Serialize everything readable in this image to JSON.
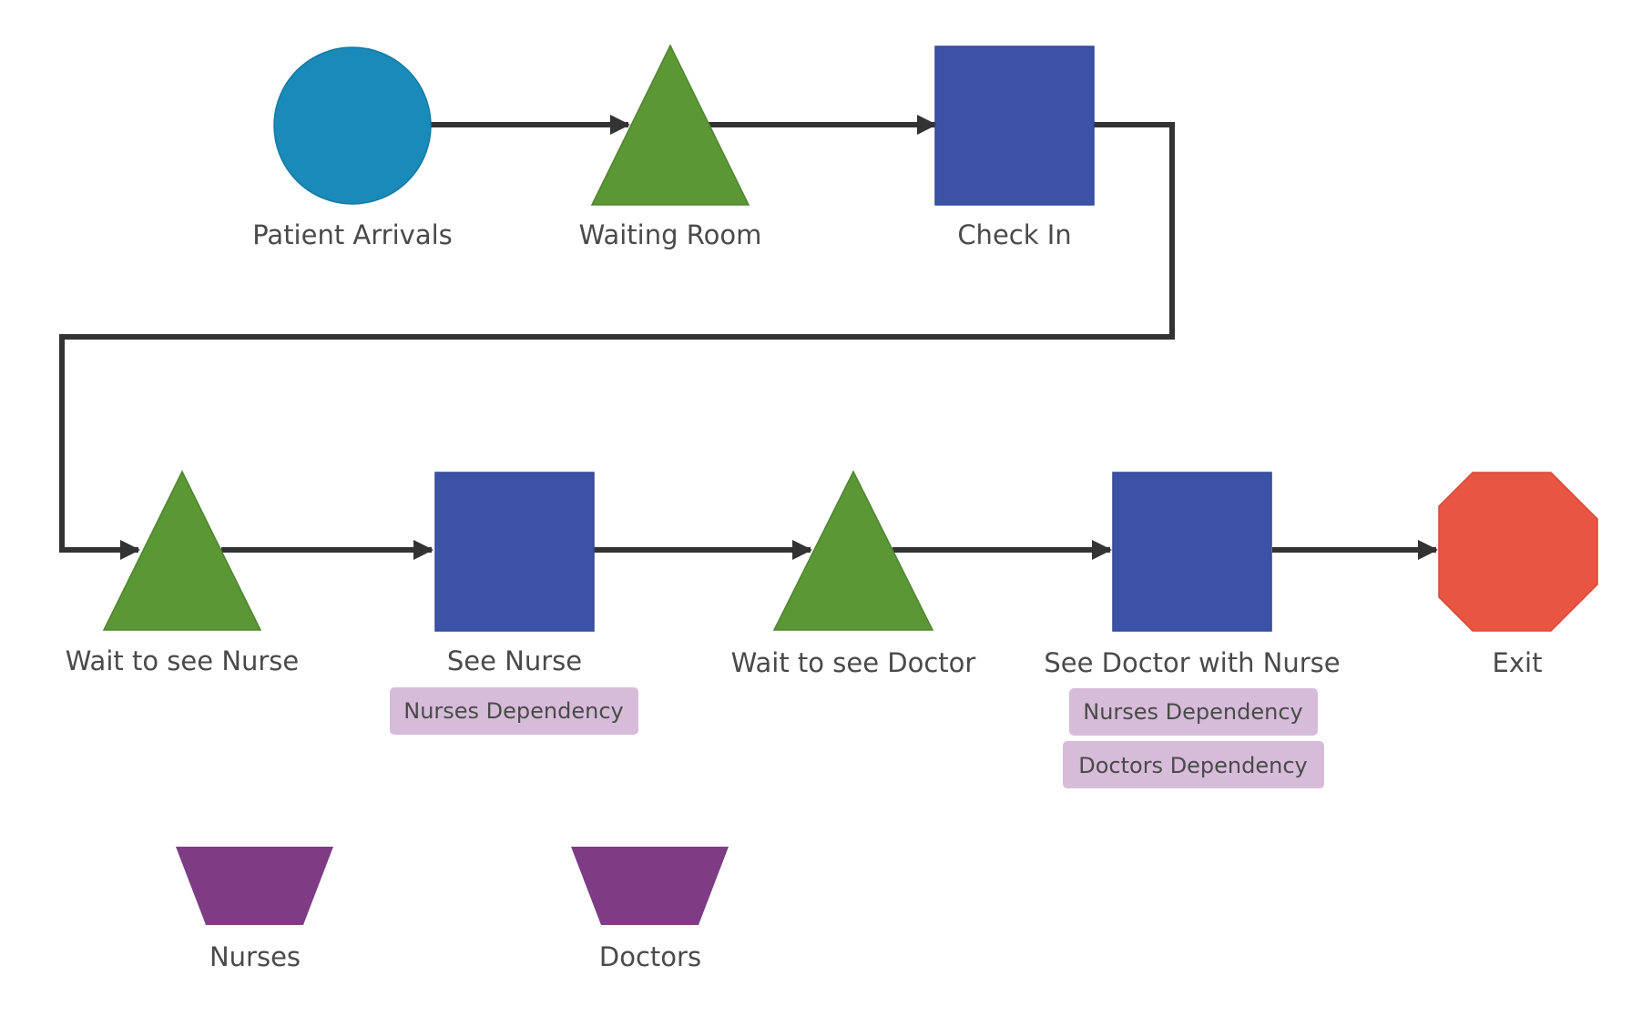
{
  "colors": {
    "source": "#1a8ab9",
    "queue": "#5b9734",
    "activity": "#3c52a7",
    "exit": "#e85543",
    "resource": "#7d3c84",
    "dependency_bg": "#d6bcd9",
    "connector": "#333333",
    "label_text": "#4a4a4a"
  },
  "nodes": {
    "patient_arrivals": {
      "label": "Patient Arrivals",
      "shape": "circle"
    },
    "waiting_room": {
      "label": "Waiting Room",
      "shape": "triangle"
    },
    "check_in": {
      "label": "Check In",
      "shape": "square"
    },
    "wait_nurse": {
      "label": "Wait to see Nurse",
      "shape": "triangle"
    },
    "see_nurse": {
      "label": "See Nurse",
      "shape": "square",
      "dependencies": [
        "Nurses Dependency"
      ]
    },
    "wait_doctor": {
      "label": "Wait to see Doctor",
      "shape": "triangle"
    },
    "see_doctor": {
      "label": "See Doctor with Nurse",
      "shape": "square",
      "dependencies": [
        "Nurses Dependency",
        "Doctors Dependency"
      ]
    },
    "exit": {
      "label": "Exit",
      "shape": "octagon"
    }
  },
  "resources": {
    "nurses": {
      "label": "Nurses",
      "shape": "trapezoid"
    },
    "doctors": {
      "label": "Doctors",
      "shape": "trapezoid"
    }
  },
  "edges": [
    {
      "from": "Patient Arrivals",
      "to": "Waiting Room"
    },
    {
      "from": "Waiting Room",
      "to": "Check In"
    },
    {
      "from": "Check In",
      "to": "Wait to see Nurse"
    },
    {
      "from": "Wait to see Nurse",
      "to": "See Nurse"
    },
    {
      "from": "See Nurse",
      "to": "Wait to see Doctor"
    },
    {
      "from": "Wait to see Doctor",
      "to": "See Doctor with Nurse"
    },
    {
      "from": "See Doctor with Nurse",
      "to": "Exit"
    }
  ]
}
